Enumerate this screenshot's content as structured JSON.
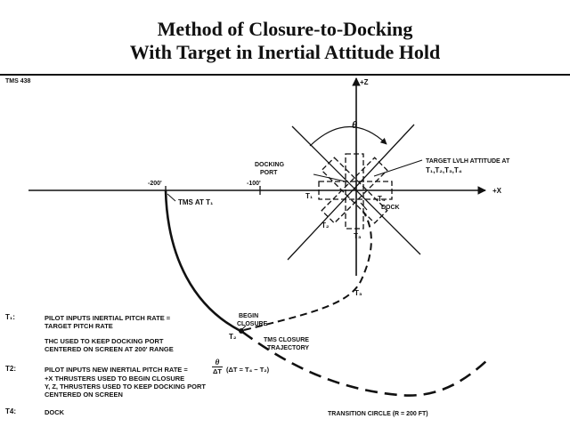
{
  "title": {
    "line1": "Method of Closure-to-Docking",
    "line2": "With Target in Inertial Attitude Hold"
  },
  "doc_code": "TMS 438",
  "axes": {
    "z_label": "+Z",
    "x_label": "+X",
    "tick_200": "-200'",
    "tick_100": "-100'"
  },
  "diagram": {
    "theta": "θ",
    "docking_port": [
      "DOCKING",
      "PORT"
    ],
    "target_lvlh": "TARGET LVLH ATTITUDE AT",
    "t_times": "T₁,T₂,T₃,T₄",
    "tms_at": "TMS AT T₁",
    "t1_marker": "T₁",
    "t2_marker": "T₂",
    "t3_marker": "T₃",
    "t4_marker": "T₄",
    "t3_path": "T₃",
    "t2_path": "T₂",
    "dock": "DOCK",
    "begin_closure": [
      "BEGIN",
      "CLOSURE"
    ],
    "tms_closure": [
      "TMS CLOSURE",
      "TRAJECTORY"
    ],
    "transition_circle": "TRANSITION CIRCLE (R = 200 FT)"
  },
  "notes": {
    "t1_key": "T₁:",
    "t1_line1": "PILOT INPUTS INERTIAL PITCH RATE =",
    "t1_line2": "TARGET PITCH RATE",
    "t1_line3": "THC USED TO KEEP DOCKING PORT",
    "t1_line4": "CENTERED ON SCREEN AT 200' RANGE",
    "t2_key": "T2:",
    "t2_line1": "PILOT INPUTS NEW INERTIAL PITCH RATE =",
    "t2_frac_num": "θ",
    "t2_frac_den": "ΔT",
    "t2_formula": "(ΔT = T₄ − T₂)",
    "t2_line2": "+X THRUSTERS USED TO BEGIN CLOSURE",
    "t2_line3": "Y, Z, THRUSTERS USED TO KEEP DOCKING PORT",
    "t2_line4": "CENTERED ON SCREEN",
    "t4_key": "T4:",
    "t4_line1": "DOCK"
  }
}
